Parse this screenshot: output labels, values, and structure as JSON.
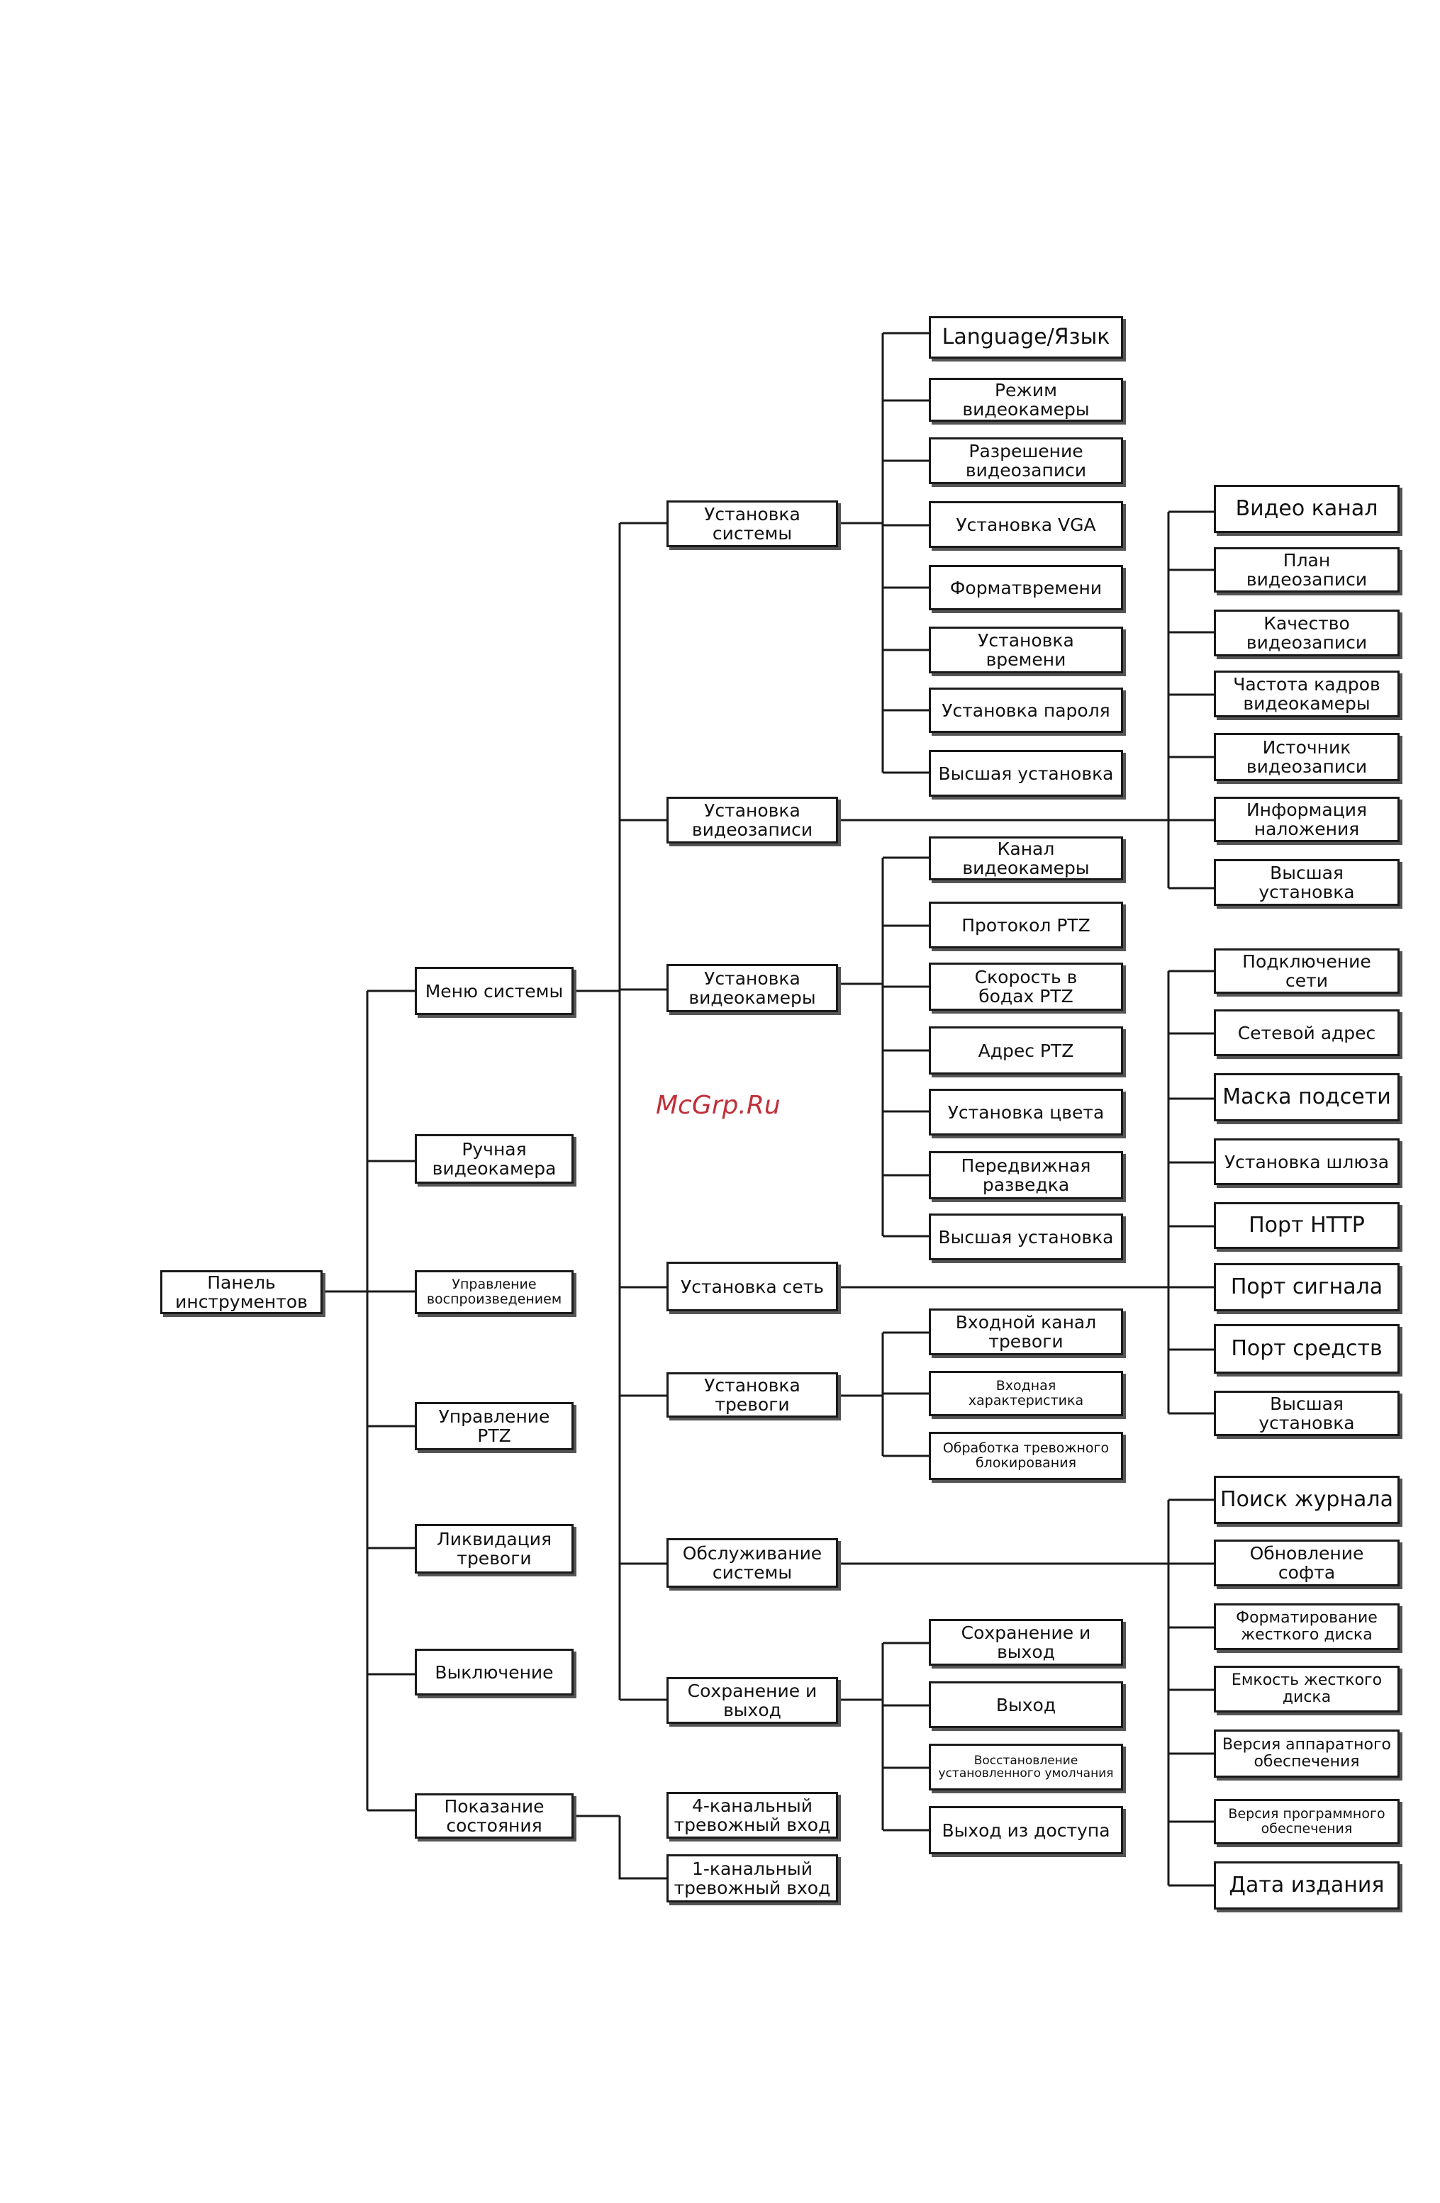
{
  "root": "Панель\nинструментов",
  "level1": {
    "system_menu": "Меню системы",
    "manual_camera": "Ручная\nвидеокамера",
    "playback_control": "Управление\nвоспроизведением",
    "ptz_control": "Управление PTZ",
    "alarm_clear": "Ликвидация\nтревоги",
    "shutdown": "Выключение",
    "status_display": "Показание\nсостояния"
  },
  "level2": {
    "system_setup": "Установка\nсистемы",
    "record_setup": "Установка\nвидеозаписи",
    "camera_setup": "Установка\nвидеокамеры",
    "network_setup": "Установка сеть",
    "alarm_setup": "Установка\nтревоги",
    "system_maintenance": "Обслуживание\nсистемы",
    "save_exit": "Сохранение и\nвыход",
    "alarm_in_4ch": "4-канальный\nтревожный вход",
    "alarm_in_1ch": "1-канальный\nтревожный вход"
  },
  "system_setup_items": {
    "language": "Language/Язык",
    "camera_mode": "Режим видеокамеры",
    "record_resolution": "Разрешение\nвидеозаписи",
    "vga_setup": "Установка VGA",
    "time_format": "Форматвремени",
    "time_setup": "Установка времени",
    "password_setup": "Установка пароля",
    "advanced": "Высшая установка"
  },
  "record_setup_items": {
    "video_channel": "Видео канал",
    "record_plan": "План видеозаписи",
    "record_quality": "Качество\nвидеозаписи",
    "frame_rate": "Частота кадров\nвидеокамеры",
    "record_source": "Источник\nвидеозаписи",
    "overlay_info": "Информация\nналожения",
    "advanced": "Высшая установка"
  },
  "camera_setup_items": {
    "camera_channel": "Канал видеокамеры",
    "ptz_protocol": "Протокол PTZ",
    "ptz_baud": "Скорость в\nбодах PTZ",
    "ptz_address": "Адрес PTZ",
    "color_setup": "Установка цвета",
    "mobile_recon": "Передвижная\nразведка",
    "advanced": "Высшая установка"
  },
  "network_setup_items": {
    "connection": "Подключение сети",
    "net_address": "Сетевой адрес",
    "subnet_mask": "Маска подсети",
    "gateway": "Установка шлюза",
    "http_port": "Порт HTTP",
    "signal_port": "Порт сигнала",
    "media_port": "Порт средств",
    "advanced": "Высшая установка"
  },
  "alarm_setup_items": {
    "input_channel": "Входной канал\nтревоги",
    "input_characteristic": "Входная\nхарактеристика",
    "block_handling": "Обработка тревожного\nблокирования"
  },
  "maintenance_items": {
    "log_search": "Поиск журнала",
    "software_update": "Обновление софта",
    "hdd_format": "Форматирование\nжесткого диска",
    "hdd_capacity": "Емкость жесткого\nдиска",
    "hw_version": "Версия аппаратного\nобеспечения",
    "sw_version": "Версия программного\nобеспечения",
    "release_date": "Дата издания"
  },
  "save_exit_items": {
    "save_and_exit": "Сохранение и\nвыход",
    "exit": "Выход",
    "restore_defaults": "Восстановление\nустановленного умолчания",
    "exit_access": "Выход из доступа"
  },
  "watermark": "McGrp.Ru"
}
